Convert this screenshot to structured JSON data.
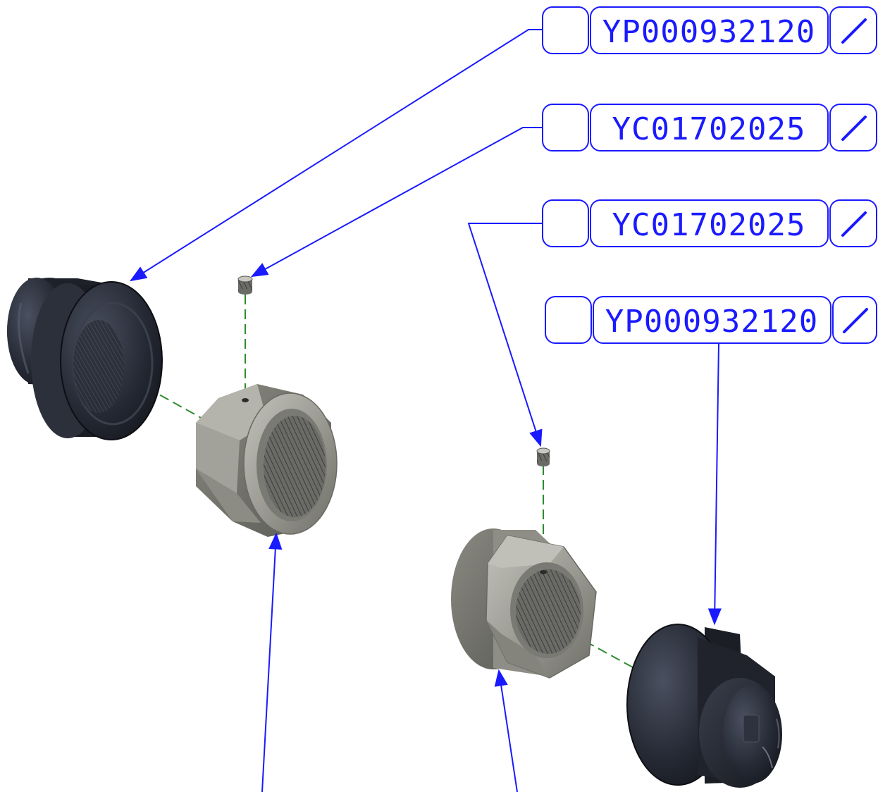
{
  "colors": {
    "leader": "#1a1aff",
    "centerline": "#2e8b2e",
    "dark_part": "#2a2e3a",
    "metal_part": "#9a9a92"
  },
  "callouts": [
    {
      "number": "",
      "part_no": "YP000932120",
      "icon": "slash-icon"
    },
    {
      "number": "",
      "part_no": "YC01702025",
      "icon": "slash-icon"
    },
    {
      "number": "",
      "part_no": "YC01702025",
      "icon": "slash-icon"
    },
    {
      "number": "",
      "part_no": "YP000932120",
      "icon": "slash-icon"
    }
  ],
  "parts": [
    {
      "name": "cap-upper-left"
    },
    {
      "name": "set-screw-left"
    },
    {
      "name": "hex-nut-left"
    },
    {
      "name": "set-screw-right"
    },
    {
      "name": "hex-nut-right"
    },
    {
      "name": "cap-lower-right"
    }
  ]
}
